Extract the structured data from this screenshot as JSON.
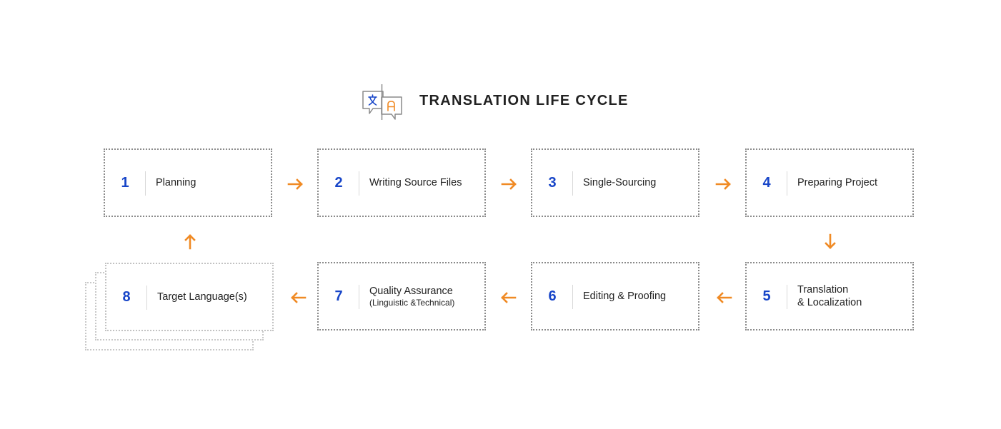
{
  "title": "TRANSLATION LIFE CYCLE",
  "colors": {
    "accent_number": "#1745c8",
    "arrow": "#f08a24",
    "border": "#8a8a8a",
    "icon_gray": "#8a8a8a",
    "icon_blue": "#1745c8",
    "icon_orange": "#f08a24"
  },
  "icons": {
    "title": "translate-speech-bubbles-icon",
    "connector": "arrow-icon"
  },
  "steps": [
    {
      "number": "1",
      "label": "Planning",
      "sub": ""
    },
    {
      "number": "2",
      "label": "Writing Source Files",
      "sub": ""
    },
    {
      "number": "3",
      "label": "Single-Sourcing",
      "sub": ""
    },
    {
      "number": "4",
      "label": "Preparing Project",
      "sub": ""
    },
    {
      "number": "5",
      "label": "Translation",
      "sub": "& Localization"
    },
    {
      "number": "6",
      "label": "Editing & Proofing",
      "sub": ""
    },
    {
      "number": "7",
      "label": "Quality Assurance",
      "sub": "(Linguistic &Technical)"
    },
    {
      "number": "8",
      "label": "Target Language(s)",
      "sub": ""
    }
  ],
  "flow": [
    {
      "from": "1",
      "to": "2",
      "direction": "right"
    },
    {
      "from": "2",
      "to": "3",
      "direction": "right"
    },
    {
      "from": "3",
      "to": "4",
      "direction": "right"
    },
    {
      "from": "4",
      "to": "5",
      "direction": "down"
    },
    {
      "from": "5",
      "to": "6",
      "direction": "left"
    },
    {
      "from": "6",
      "to": "7",
      "direction": "left"
    },
    {
      "from": "7",
      "to": "8",
      "direction": "left"
    },
    {
      "from": "8",
      "to": "1",
      "direction": "up"
    }
  ]
}
